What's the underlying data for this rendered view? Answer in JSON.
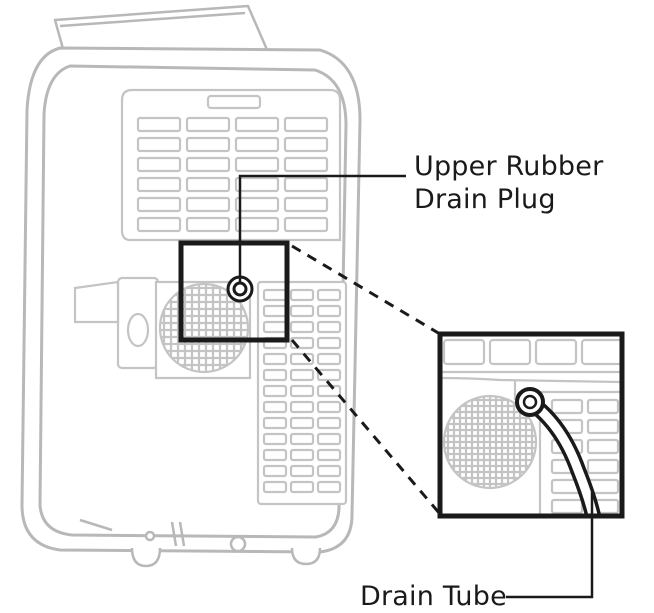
{
  "labels": {
    "upper_plug_line1": "Upper Rubber",
    "upper_plug_line2": "Drain Plug",
    "drain_tube": "Drain Tube"
  },
  "colors": {
    "outline": "#b8b8b8",
    "ink": "#1a1a1a",
    "detail": "#c4c4c4"
  }
}
